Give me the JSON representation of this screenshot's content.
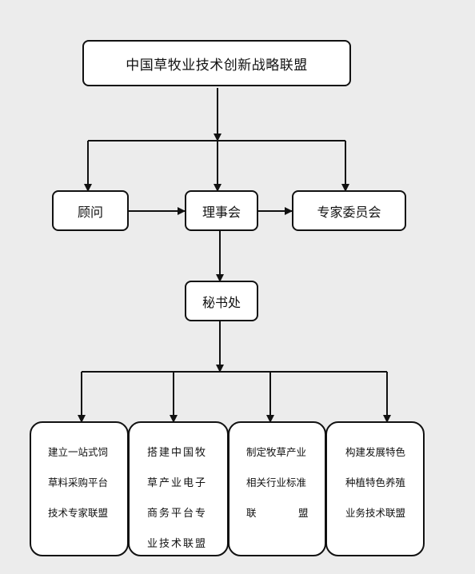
{
  "root": {
    "label": "中国草牧业技术创新战略联盟"
  },
  "mid": {
    "advisor": "顾问",
    "council": "理事会",
    "experts": "专家委员会"
  },
  "secretariat": {
    "label": "秘书处"
  },
  "branches": [
    {
      "lines": [
        "建立一站式饲",
        "草料采购平台",
        "技术专家联盟"
      ]
    },
    {
      "lines": [
        "搭建中国牧",
        "草产业电子",
        "商务平台专",
        "业技术联盟"
      ]
    },
    {
      "lines": [
        "制定牧草产业",
        "相关行业标准",
        "联",
        "盟"
      ]
    },
    {
      "lines": [
        "构建发展特色",
        "种植特色养殖",
        "业务技术联盟"
      ]
    }
  ],
  "colors": {
    "line": "#111111",
    "box_fill": "#ffffff",
    "background": "#ececec"
  }
}
